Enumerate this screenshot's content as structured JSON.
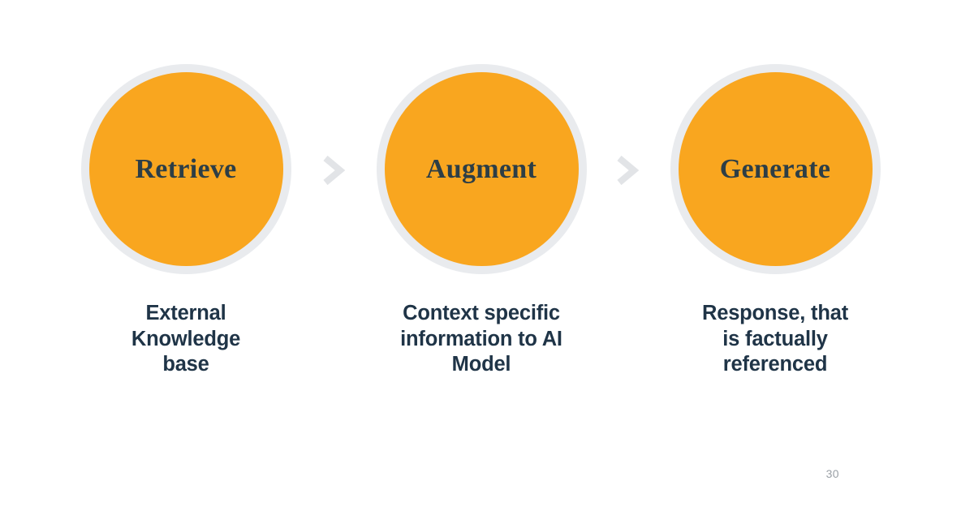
{
  "slide": {
    "background_color": "#ffffff",
    "page_number": "30"
  },
  "theme": {
    "circle_fill": "#f9a61f",
    "circle_ring": "#e9ebee",
    "circle_label_color": "#2d3e46",
    "caption_color": "#1f3447",
    "chevron_color": "#e2e4e7",
    "page_number_color": "#9aa0a6"
  },
  "flow": {
    "steps": [
      {
        "circle_label": "Retrieve",
        "caption_lines": [
          "External",
          "Knowledge",
          "base"
        ]
      },
      {
        "circle_label": "Augment",
        "caption_lines": [
          "Context specific",
          "information to AI",
          "Model"
        ]
      },
      {
        "circle_label": "Generate",
        "caption_lines": [
          "Response, that",
          "is factually",
          "referenced"
        ]
      }
    ],
    "separators": [
      {
        "icon": "chevron-right-icon",
        "glyph": ">"
      },
      {
        "icon": "chevron-right-icon",
        "glyph": ">"
      }
    ]
  }
}
